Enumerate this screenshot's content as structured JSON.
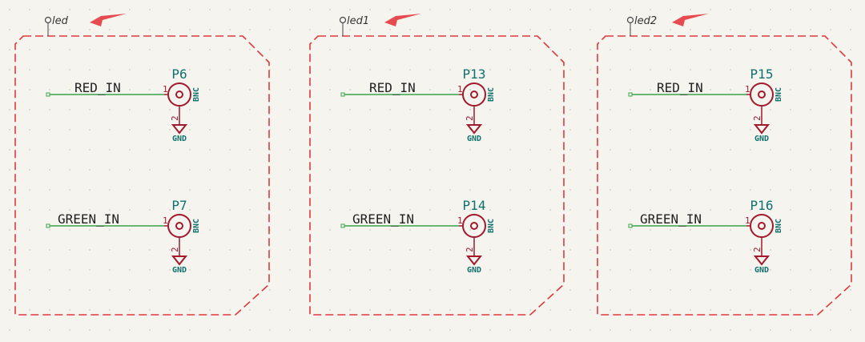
{
  "blocks": [
    {
      "name": "led",
      "top_net": "RED_IN",
      "top_ref": "P6",
      "bottom_net": "GREEN_IN",
      "bottom_ref": "P7"
    },
    {
      "name": "led1",
      "top_net": "RED_IN",
      "top_ref": "P13",
      "bottom_net": "GREEN_IN",
      "bottom_ref": "P14"
    },
    {
      "name": "led2",
      "top_net": "RED_IN",
      "top_ref": "P15",
      "bottom_net": "GREEN_IN",
      "bottom_ref": "P16"
    }
  ],
  "connector_value": "BNC",
  "ground_label": "GND",
  "pin_numbers": {
    "signal": "1",
    "shield": "2"
  },
  "colors": {
    "background": "#f5f4ef",
    "outline": "#e0383e",
    "wire": "#3aa34a",
    "symbol": "#a21a2c",
    "reference": "#10706e",
    "arrow": "#e84b4f"
  }
}
